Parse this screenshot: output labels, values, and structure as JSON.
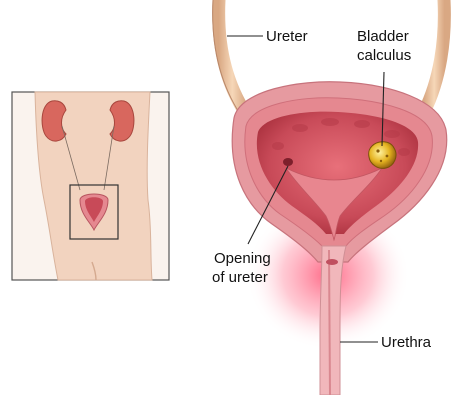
{
  "labels": {
    "ureter": "Ureter",
    "bladder_calculus_line1": "Bladder",
    "bladder_calculus_line2": "calculus",
    "opening_of_ureter_line1": "Opening",
    "opening_of_ureter_line2": "of ureter",
    "urethra": "Urethra"
  },
  "colors": {
    "skin": "#f2d3bf",
    "inset_background": "#faf3ee",
    "kidney": "#d8675e",
    "bladder_outer": "#e69aa0",
    "bladder_wall": "#e58890",
    "bladder_inner": "#c84a58",
    "bladder_deep": "#a8303c",
    "ureter": "#f0c9a6",
    "calculus": "#e0b020",
    "urethra": "#f1b7bb",
    "glow": "#ff5a78",
    "leader_line": "#222222"
  },
  "icons": {
    "inset": "body-outline-with-kidneys",
    "stone": "stone-icon"
  }
}
